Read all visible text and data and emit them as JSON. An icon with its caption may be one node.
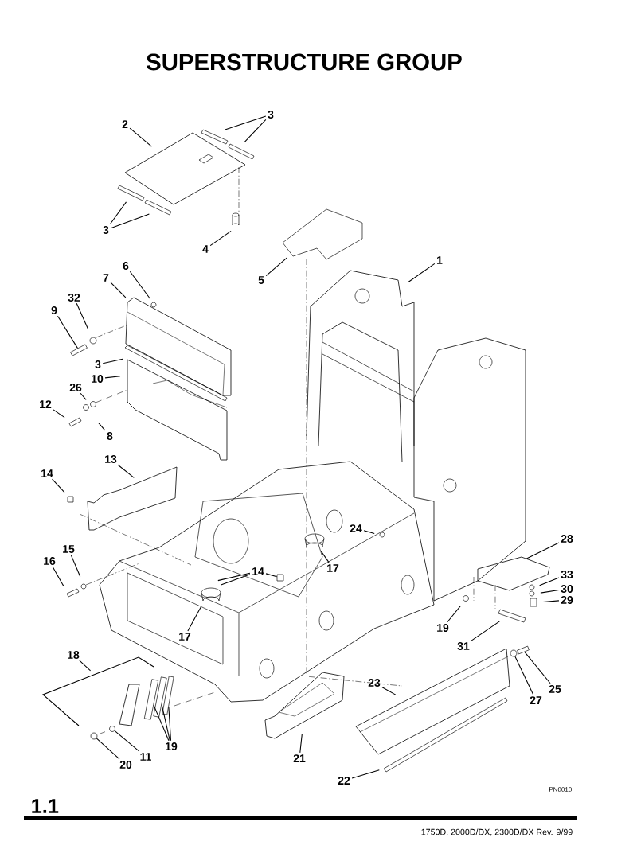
{
  "diagram": {
    "title": "SUPERSTRUCTURE GROUP",
    "nodes": [
      {
        "text": [
          "2"
        ]
      },
      {
        "text": [
          "3"
        ]
      },
      {
        "text": [
          "3"
        ]
      },
      {
        "text": [
          "4"
        ]
      },
      {
        "text": [
          "5"
        ]
      },
      {
        "text": [
          "1"
        ]
      },
      {
        "text": [
          "6"
        ]
      },
      {
        "text": [
          "7"
        ]
      },
      {
        "text": [
          "32"
        ]
      },
      {
        "text": [
          "9"
        ]
      },
      {
        "text": [
          "3"
        ]
      },
      {
        "text": [
          "10"
        ]
      },
      {
        "text": [
          "26"
        ]
      },
      {
        "text": [
          "12"
        ]
      },
      {
        "text": [
          "8"
        ]
      },
      {
        "text": [
          "13"
        ]
      },
      {
        "text": [
          "14"
        ]
      },
      {
        "text": [
          "15"
        ]
      },
      {
        "text": [
          "16"
        ]
      },
      {
        "text": [
          "14"
        ]
      },
      {
        "text": [
          "17"
        ]
      },
      {
        "text": [
          "24"
        ]
      },
      {
        "text": [
          "28"
        ]
      },
      {
        "text": [
          "33"
        ]
      },
      {
        "text": [
          "30"
        ]
      },
      {
        "text": [
          "29"
        ]
      },
      {
        "text": [
          "17"
        ]
      },
      {
        "text": [
          "19"
        ]
      },
      {
        "text": [
          "31"
        ]
      },
      {
        "text": [
          "18"
        ]
      },
      {
        "text": [
          "19"
        ]
      },
      {
        "text": [
          "11"
        ]
      },
      {
        "text": [
          "20"
        ]
      },
      {
        "text": [
          "21"
        ]
      },
      {
        "text": [
          "23"
        ]
      },
      {
        "text": [
          "25"
        ]
      },
      {
        "text": [
          "27"
        ]
      },
      {
        "text": [
          "22"
        ]
      },
      {
        "text": [],
        "shape": "box"
      },
      {
        "text": [],
        "shape": "box"
      },
      {
        "text": [],
        "shape": "box"
      },
      {
        "text": [],
        "shape": "box"
      },
      {
        "text": [],
        "shape": "circle"
      },
      {
        "text": [],
        "shape": "circle"
      },
      {
        "text": [],
        "shape": "box"
      },
      {
        "text": [],
        "shape": "box"
      },
      {
        "text": [],
        "shape": "circle"
      }
    ],
    "edges": [
      {
        "from": 0,
        "to": null,
        "arrow": "none"
      },
      {
        "from": 1,
        "to": null,
        "arrow": "none"
      },
      {
        "from": 1,
        "to": null,
        "arrow": "none"
      },
      {
        "from": 2,
        "to": null,
        "arrow": "none"
      },
      {
        "from": 2,
        "to": null,
        "arrow": "none"
      },
      {
        "from": 3,
        "to": null,
        "arrow": "none"
      },
      {
        "from": 4,
        "to": null,
        "arrow": "none"
      },
      {
        "from": 5,
        "to": null,
        "arrow": "none"
      },
      {
        "from": 6,
        "to": null,
        "arrow": "none"
      },
      {
        "from": 7,
        "to": null,
        "arrow": "none"
      },
      {
        "from": 8,
        "to": null,
        "arrow": "none"
      },
      {
        "from": 9,
        "to": 38,
        "arrow": "none"
      },
      {
        "from": 10,
        "to": null,
        "arrow": "none"
      },
      {
        "from": 11,
        "to": null,
        "arrow": "none"
      },
      {
        "from": 12,
        "to": null,
        "arrow": "none"
      },
      {
        "from": 13,
        "to": null,
        "arrow": "none"
      },
      {
        "from": 14,
        "to": null,
        "arrow": "none"
      },
      {
        "from": 15,
        "to": null,
        "arrow": "none"
      },
      {
        "from": 16,
        "to": null,
        "arrow": "none"
      },
      {
        "from": 17,
        "to": null,
        "arrow": "none"
      },
      {
        "from": 18,
        "to": null,
        "arrow": "none"
      },
      {
        "from": 19,
        "to": 44,
        "arrow": "none"
      },
      {
        "from": 19,
        "to": null,
        "arrow": "none"
      },
      {
        "from": 19,
        "to": null,
        "arrow": "none"
      },
      {
        "from": 20,
        "to": null,
        "arrow": "none"
      },
      {
        "from": 21,
        "to": null,
        "arrow": "none"
      },
      {
        "from": 22,
        "to": null,
        "arrow": "none"
      },
      {
        "from": 23,
        "to": null,
        "arrow": "none"
      },
      {
        "from": 24,
        "to": null,
        "arrow": "none"
      },
      {
        "from": 25,
        "to": null,
        "arrow": "none"
      },
      {
        "from": 26,
        "to": null,
        "arrow": "none"
      },
      {
        "from": 27,
        "to": null,
        "arrow": "none"
      },
      {
        "from": 28,
        "to": null,
        "arrow": "none"
      },
      {
        "from": 29,
        "to": null,
        "arrow": "none"
      },
      {
        "from": 30,
        "to": 39,
        "arrow": "none"
      },
      {
        "from": 30,
        "to": 40,
        "arrow": "none"
      },
      {
        "from": 30,
        "to": 41,
        "arrow": "none"
      },
      {
        "from": 31,
        "to": 42,
        "arrow": "none"
      },
      {
        "from": 32,
        "to": 43,
        "arrow": "none"
      },
      {
        "from": 33,
        "to": null,
        "arrow": "none"
      },
      {
        "from": 34,
        "to": null,
        "arrow": "none"
      },
      {
        "from": 35,
        "to": 45,
        "arrow": "none"
      },
      {
        "from": 36,
        "to": 46,
        "arrow": "none"
      },
      {
        "from": 37,
        "to": null,
        "arrow": "none"
      }
    ],
    "labels": [
      "PN0010",
      "1.1",
      "1750D, 2000D/DX, 2300D/DX Rev. 9/99"
    ]
  }
}
